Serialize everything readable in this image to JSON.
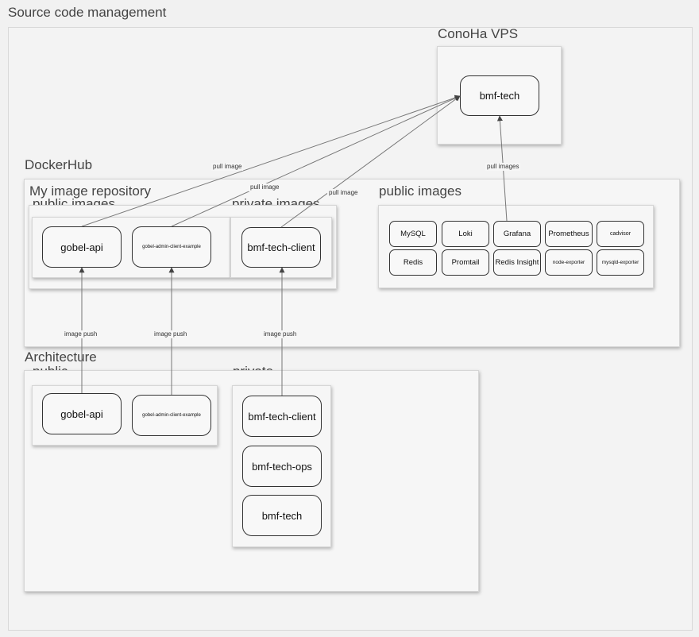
{
  "title": "Source code management",
  "conoha": {
    "title": "ConoHa VPS",
    "node": "bmf-tech"
  },
  "dockerhub": {
    "title": "DockerHub",
    "my_repo": {
      "title": "My image repository",
      "public_title": "public images",
      "public_nodes": [
        "gobel-api",
        "gobel-admin-client-example"
      ],
      "private_title": "private images",
      "private_nodes": [
        "bmf-tech-client"
      ]
    },
    "public_images": {
      "title": "public images",
      "nodes": [
        "MySQL",
        "Loki",
        "Grafana",
        "Prometheus",
        "cadvisor",
        "Redis",
        "Promtail",
        "Redis Insight",
        "node-exporter",
        "mysqld-exporter"
      ]
    }
  },
  "architecture": {
    "title": "Architecture",
    "public_title": "public",
    "public_nodes": [
      "gobel-api",
      "gobel-admin-client-example"
    ],
    "private_title": "private",
    "private_nodes": [
      "bmf-tech-client",
      "bmf-tech-ops",
      "bmf-tech"
    ]
  },
  "edges": {
    "pull_image": "pull image",
    "pull_images": "pull images",
    "image_push": "image push"
  }
}
